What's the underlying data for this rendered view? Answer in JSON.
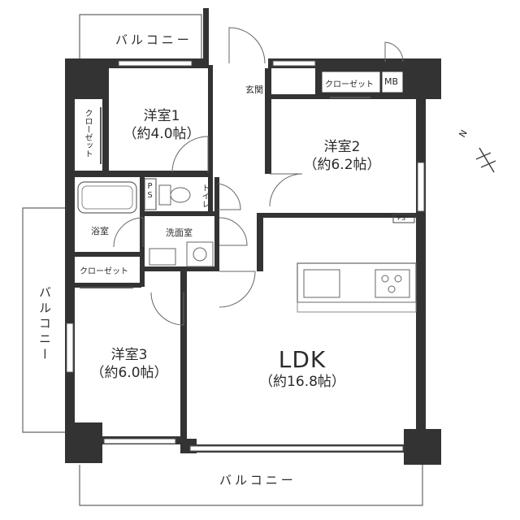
{
  "balconies": {
    "top": "バルコニー",
    "left": "バルコニー",
    "bottom": "バルコニー"
  },
  "rooms": {
    "room1": {
      "name": "洋室1",
      "size": "（約4.0帖）"
    },
    "room2": {
      "name": "洋室2",
      "size": "（約6.2帖）"
    },
    "room3": {
      "name": "洋室3",
      "size": "（約6.0帖）"
    },
    "ldk": {
      "name": "LDK",
      "size": "（約16.8帖）"
    }
  },
  "labels": {
    "entrance": "玄関",
    "closet_top": "クローゼット",
    "mb": "MB",
    "closet_left": "クローゼット",
    "ps_left": "PS",
    "toilet": "トイレ",
    "bath": "浴室",
    "washroom": "洗面室",
    "closet_mid": "クローゼット",
    "ps_right": "PS"
  },
  "compass": {
    "north_letter": "N"
  },
  "colors": {
    "wall": "#333333",
    "line": "#555555"
  }
}
